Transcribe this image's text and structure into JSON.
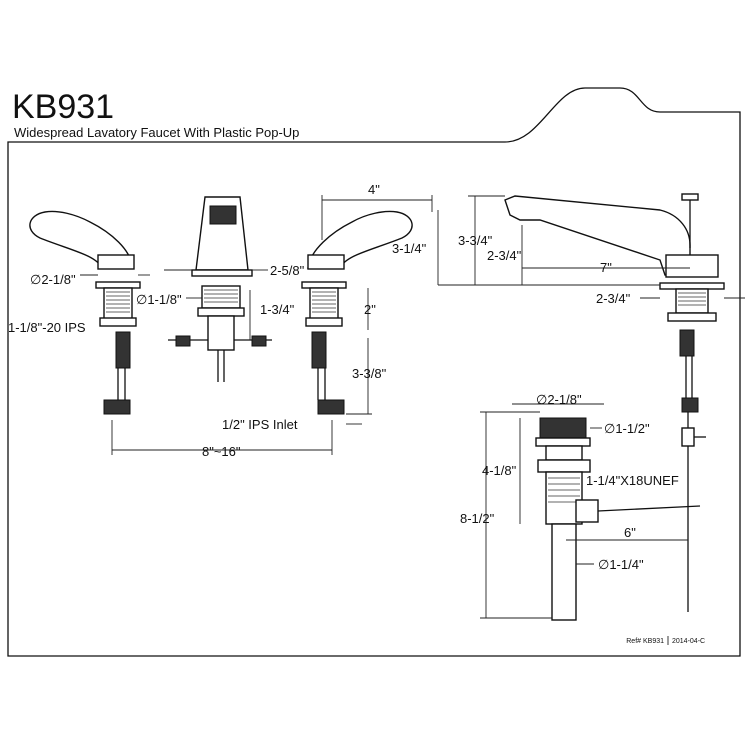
{
  "header": {
    "model": "KB931",
    "subtitle": "Widespread Lavatory Faucet With Plastic Pop-Up"
  },
  "dimensions": {
    "handle_dia": "∅2-1/8\"",
    "inlet_dia": "∅1-1/8\"",
    "spout_body_width": "2-5/8\"",
    "spout_center_height": "1-3/4\"",
    "shank_thread": "1-1/8\"-20 IPS",
    "top_spread": "4\"",
    "handle_height": "3-1/4\"",
    "faucet_height": "3-3/4\"",
    "spout_clear_height": "2-3/4\"",
    "spout_reach": "7\"",
    "rear_setback": "2-3/4\"",
    "shank_length_upper": "2\"",
    "shank_length_lower": "3-3/8\"",
    "ips_inlet": "1/2\" IPS Inlet",
    "center_spread": "8\"~16\"",
    "drain_flange_dia": "∅2-1/8\"",
    "drain_body_dia": "∅1-1/2\"",
    "drain_upper_length": "4-1/8\"",
    "drain_thread": "1-1/4\"X18UNEF",
    "drain_total_length": "8-1/2\"",
    "lift_rod_offset": "6\"",
    "tailpiece_dia": "∅1-1/4\""
  },
  "footer": {
    "ref": "Ref# KB931",
    "revision": "2014-04-C"
  }
}
